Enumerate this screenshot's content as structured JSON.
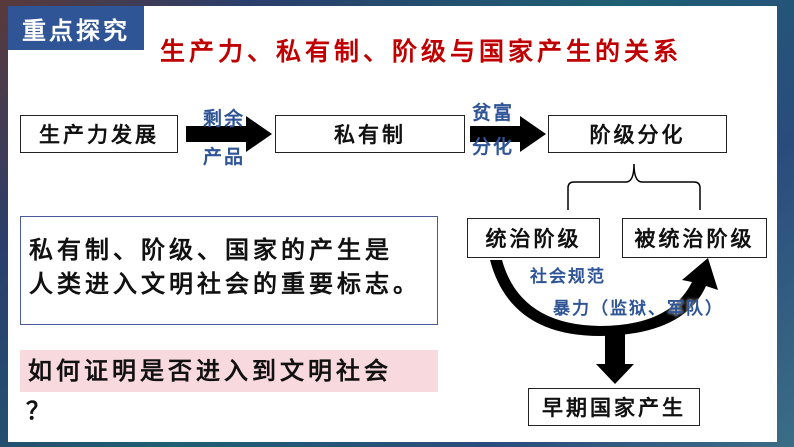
{
  "header": {
    "badge": "重点探究",
    "title": "生产力、私有制、阶级与国家产生的关系"
  },
  "flow": {
    "box_productivity": "生产力发展",
    "label_surplus_1": "剩余",
    "label_surplus_2": "产品",
    "box_private": "私有制",
    "label_wealth_1": "贫富",
    "label_wealth_2": "分化",
    "box_class": "阶级分化",
    "box_ruling": "统治阶级",
    "box_ruled": "被统治阶级",
    "label_norms": "社会规范",
    "label_violence": "暴力（监狱、军队）",
    "box_state": "早期国家产生"
  },
  "note": {
    "line1": "私有制、阶级、国家的产生是",
    "line2": "人类进入文明社会的重要标志。"
  },
  "question": {
    "line1": "如何证明是否进入到文明社会",
    "line2": "？"
  }
}
